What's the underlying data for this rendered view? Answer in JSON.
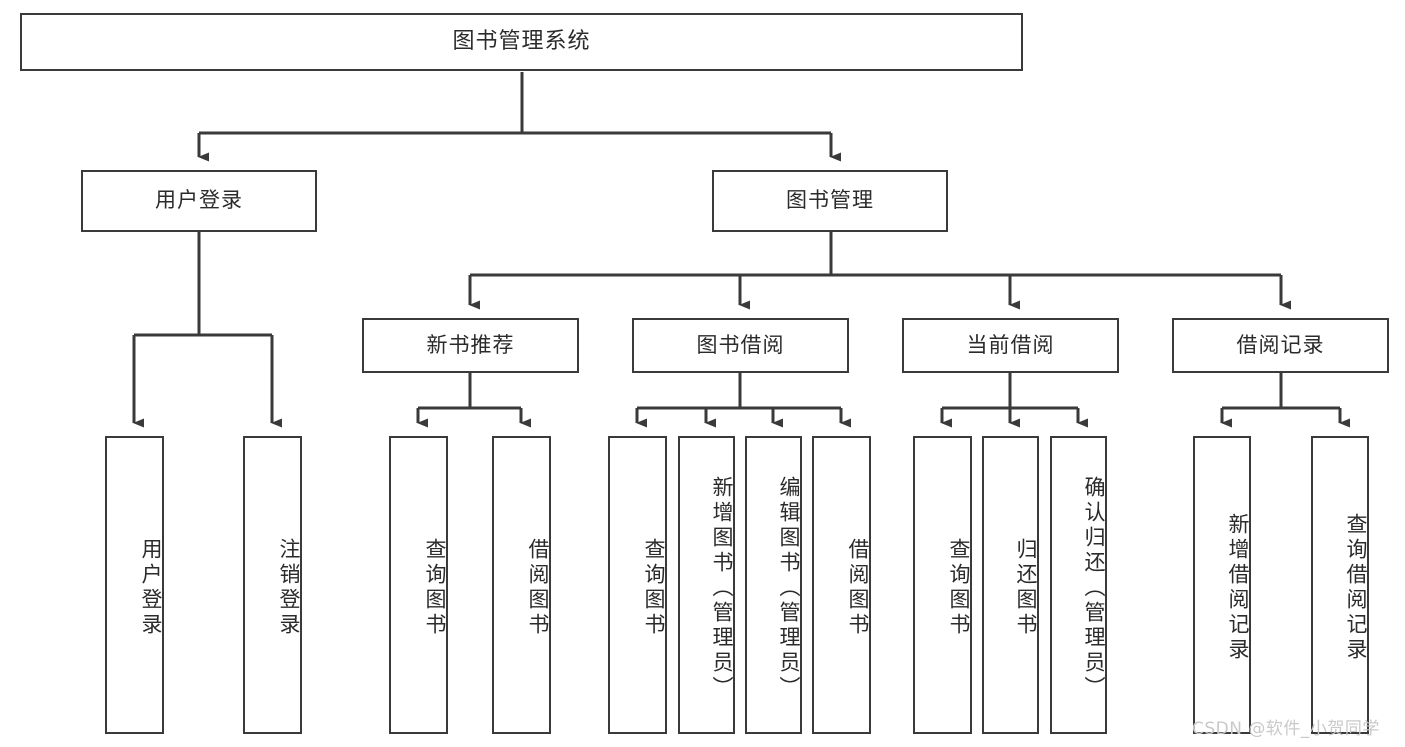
{
  "diagram": {
    "title": "图书管理系统",
    "type": "tree-hierarchy-chart",
    "watermark": "CSDN @软件_小贺同学",
    "colors": {
      "border": "#3a3a3a",
      "text": "#2b2b2b",
      "background": "#ffffff",
      "line": "#3a3a3a",
      "watermark": "#c9c9c9"
    },
    "root": {
      "label": "图书管理系统"
    },
    "level2": [
      {
        "label": "用户登录"
      },
      {
        "label": "图书管理"
      }
    ],
    "level3": [
      {
        "label": "新书推荐"
      },
      {
        "label": "图书借阅"
      },
      {
        "label": "当前借阅"
      },
      {
        "label": "借阅记录"
      }
    ],
    "leaves_user_login": [
      {
        "label": "用户登录"
      },
      {
        "label": "注销登录"
      }
    ],
    "leaves_new_book": [
      {
        "label": "查询图书"
      },
      {
        "label": "借阅图书"
      }
    ],
    "leaves_borrow": [
      {
        "label": "查询图书"
      },
      {
        "label": "新增图书（管理员）"
      },
      {
        "label": "编辑图书（管理员）"
      },
      {
        "label": "借阅图书"
      }
    ],
    "leaves_current": [
      {
        "label": "查询图书"
      },
      {
        "label": "归还图书"
      },
      {
        "label": "确认归还（管理员）"
      }
    ],
    "leaves_record": [
      {
        "label": "新增借阅记录"
      },
      {
        "label": "查询借阅记录"
      }
    ]
  }
}
